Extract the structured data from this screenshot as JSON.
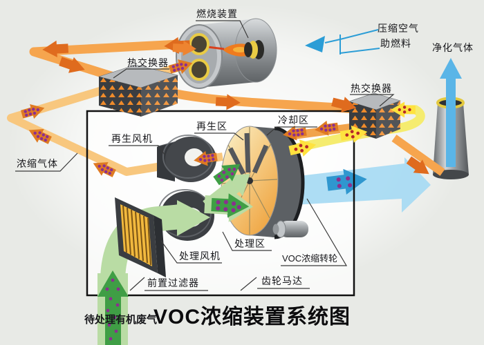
{
  "title": "VOC浓缩装置系统图",
  "labels": {
    "combustion_device": "燃烧装置",
    "compressed_air": "压缩空气",
    "auxiliary_fuel": "助燃料",
    "purified_gas": "净化气体",
    "heat_exchanger_left": "热交换器",
    "heat_exchanger_right": "热交换器",
    "cooling_zone": "冷却区",
    "regeneration_zone": "再生区",
    "regeneration_fan": "再生风机",
    "concentrated_gas": "浓缩气体",
    "process_zone": "处理区",
    "process_fan": "处理风机",
    "voc_rotor": "VOC浓缩转轮",
    "gear_motor": "齿轮马达",
    "pre_filter": "前置过滤器",
    "waste_gas_inlet": "待处理有机废气"
  },
  "colors": {
    "background": "#e8eae6",
    "hot_air_band": "#f6a54e",
    "hot_air_arrow": "#df6b1e",
    "concentrated_gas_band": "#f8c77e",
    "concentrated_gas_arrow": "#df7a22",
    "voc_dot_purple": "#8b2f8f",
    "cooling_air_band": "#f5ec6f",
    "cooling_air_arrow": "#ffe23e",
    "cooling_dot_red": "#b5272a",
    "waste_gas_band": "#b9dca4",
    "waste_gas_arrow": "#3f9e45",
    "purified_gas_band": "#a6daf3",
    "purified_gas_arrow": "#2f97cf",
    "utility_line_blue": "#2b9dd6"
  }
}
